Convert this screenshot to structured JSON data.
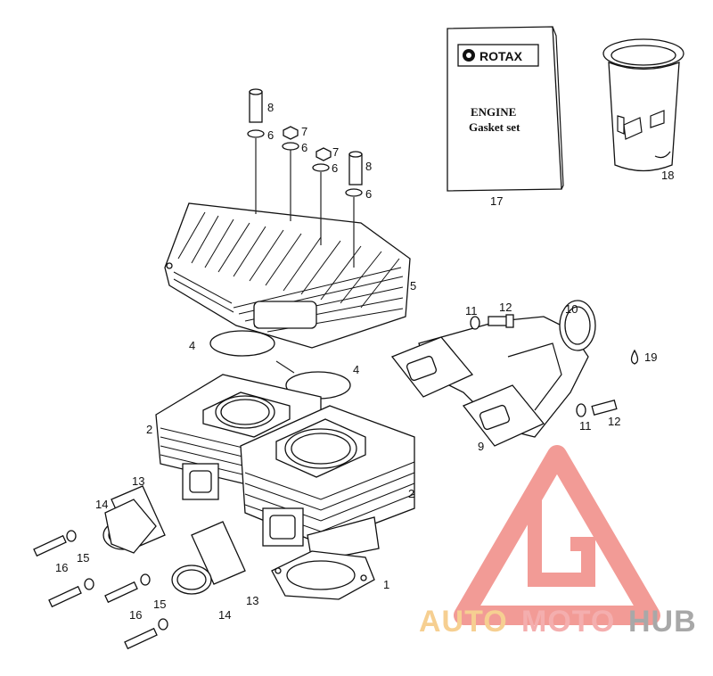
{
  "booklet": {
    "brand": "ROTAX",
    "title_line1": "ENGINE",
    "title_line2": "Gasket set"
  },
  "labels": {
    "l1": "1",
    "l2a": "2",
    "l2b": "2",
    "l4a": "4",
    "l4b": "4",
    "l5": "5",
    "l6a": "6",
    "l6b": "6",
    "l6c": "6",
    "l6d": "6",
    "l7a": "7",
    "l7b": "7",
    "l8a": "8",
    "l8b": "8",
    "l9": "9",
    "l10": "10",
    "l11a": "11",
    "l11b": "11",
    "l12a": "12",
    "l12b": "12",
    "l13a": "13",
    "l13b": "13",
    "l14a": "14",
    "l14b": "14",
    "l15a": "15",
    "l15b": "15",
    "l16a": "16",
    "l16b": "16",
    "l17": "17",
    "l18": "18",
    "l19": "19"
  },
  "watermark": {
    "part1": "AUTO",
    "part2": "MOTO",
    "part3": "HUB",
    "color_gold": "#f5c77e",
    "color_pink": "#f3a0a0",
    "color_gray": "#9a9a9a",
    "color_triangle": "#f08a84"
  }
}
